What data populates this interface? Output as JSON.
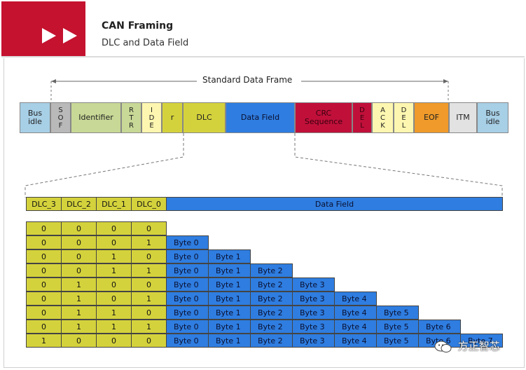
{
  "header": {
    "title": "CAN Framing",
    "subtitle": "DLC and Data Field"
  },
  "frame": {
    "label": "Standard Data Frame",
    "segments": [
      {
        "text": "Bus idle",
        "color": "#a7cfe6"
      },
      {
        "text": "SOF",
        "color": "#b9b9b9"
      },
      {
        "text": "Identifier",
        "color": "#c8d896"
      },
      {
        "text": "RTR",
        "color": "#c8d896"
      },
      {
        "text": "IDE",
        "color": "#fdf6b0"
      },
      {
        "text": "r",
        "color": "#d4d23c"
      },
      {
        "text": "DLC",
        "color": "#d4d23c"
      },
      {
        "text": "Data Field",
        "color": "#2f7de0"
      },
      {
        "text": "CRC Sequence",
        "color": "#c0103a"
      },
      {
        "text": "DEL",
        "color": "#c0103a"
      },
      {
        "text": "ACK",
        "color": "#fdf6b0"
      },
      {
        "text": "DEL",
        "color": "#fdf6b0"
      },
      {
        "text": "EOF",
        "color": "#ef9a2a"
      },
      {
        "text": "ITM",
        "color": "#e2e2e2"
      },
      {
        "text": "Bus idle",
        "color": "#a7cfe6"
      }
    ]
  },
  "dlc_table": {
    "headers": [
      "DLC_3",
      "DLC_2",
      "DLC_1",
      "DLC_0"
    ],
    "data_field_label": "Data Field",
    "rows": [
      {
        "bits": [
          "0",
          "0",
          "0",
          "0"
        ],
        "bytes": []
      },
      {
        "bits": [
          "0",
          "0",
          "0",
          "1"
        ],
        "bytes": [
          "Byte 0"
        ]
      },
      {
        "bits": [
          "0",
          "0",
          "1",
          "0"
        ],
        "bytes": [
          "Byte 0",
          "Byte 1"
        ]
      },
      {
        "bits": [
          "0",
          "0",
          "1",
          "1"
        ],
        "bytes": [
          "Byte 0",
          "Byte 1",
          "Byte 2"
        ]
      },
      {
        "bits": [
          "0",
          "1",
          "0",
          "0"
        ],
        "bytes": [
          "Byte 0",
          "Byte 1",
          "Byte 2",
          "Byte 3"
        ]
      },
      {
        "bits": [
          "0",
          "1",
          "0",
          "1"
        ],
        "bytes": [
          "Byte 0",
          "Byte 1",
          "Byte 2",
          "Byte 3",
          "Byte 4"
        ]
      },
      {
        "bits": [
          "0",
          "1",
          "1",
          "0"
        ],
        "bytes": [
          "Byte 0",
          "Byte 1",
          "Byte 2",
          "Byte 3",
          "Byte 4",
          "Byte 5"
        ]
      },
      {
        "bits": [
          "0",
          "1",
          "1",
          "1"
        ],
        "bytes": [
          "Byte 0",
          "Byte 1",
          "Byte 2",
          "Byte 3",
          "Byte 4",
          "Byte 5",
          "Byte 6"
        ]
      },
      {
        "bits": [
          "1",
          "0",
          "0",
          "0"
        ],
        "bytes": [
          "Byte 0",
          "Byte 1",
          "Byte 2",
          "Byte 3",
          "Byte 4",
          "Byte 5",
          "Byte 6",
          "Byte 7"
        ]
      }
    ]
  },
  "watermark": {
    "text": "方正智芯",
    "icon": "wechat-icon"
  },
  "colors": {
    "brand_red": "#c4122f",
    "yellow": "#d4d23c",
    "blue": "#2f7de0"
  }
}
